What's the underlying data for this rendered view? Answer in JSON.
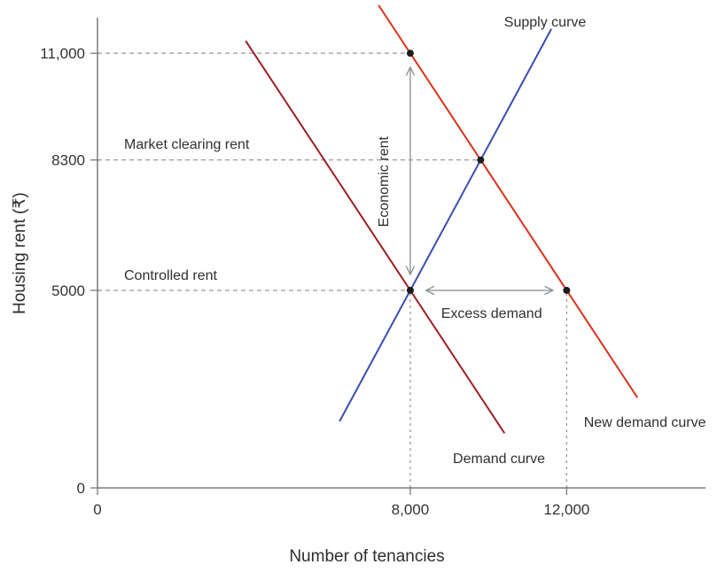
{
  "chart_data": {
    "type": "line",
    "title": "",
    "xlabel": "Number of tenancies",
    "ylabel": "Housing rent (₹)",
    "xlim": [
      0,
      15550
    ],
    "ylim": [
      0,
      11900
    ],
    "grid": false,
    "legend": "inline-labels",
    "x_ticks": [
      {
        "value": 0,
        "label": "0"
      },
      {
        "value": 8000,
        "label": "8,000"
      },
      {
        "value": 12000,
        "label": "12,000"
      }
    ],
    "y_ticks": [
      {
        "value": 0,
        "label": "0"
      },
      {
        "value": 5000,
        "label": "5000"
      },
      {
        "value": 8300,
        "label": "8300"
      },
      {
        "value": 11000,
        "label": "11,000"
      }
    ],
    "series": [
      {
        "name": "Supply curve",
        "color": "#3a4db1",
        "x": [
          6200,
          11600
        ],
        "y": [
          1700,
          11600
        ]
      },
      {
        "name": "Demand curve",
        "color": "#9e1f24",
        "x": [
          3800,
          10400
        ],
        "y": [
          11300,
          1400
        ]
      },
      {
        "name": "New demand curve",
        "color": "#dc2f1b",
        "x": [
          7200,
          13800
        ],
        "y": [
          12200,
          2300
        ]
      }
    ],
    "points": [
      {
        "name": "new-demand-at-controlled-quantity",
        "x": 8000,
        "y": 11000
      },
      {
        "name": "market-clearing-point",
        "x": 9800,
        "y": 8300
      },
      {
        "name": "controlled-rent-point",
        "x": 8000,
        "y": 5000
      },
      {
        "name": "excess-demand-point",
        "x": 12000,
        "y": 5000
      }
    ],
    "guides": {
      "h": [
        {
          "y": 11000,
          "x0": 0,
          "x1": 8000
        },
        {
          "y": 8300,
          "x0": 0,
          "x1": 9800
        },
        {
          "y": 5000,
          "x0": 0,
          "x1": 8000
        }
      ],
      "v": [
        {
          "x": 8000,
          "y0": 0,
          "y1": 5000
        },
        {
          "x": 12000,
          "y0": 0,
          "y1": 5000
        }
      ]
    },
    "arrows": [
      {
        "name": "economic-rent-arrow",
        "x1": 8000,
        "y1": 5400,
        "x2": 8000,
        "y2": 10650
      },
      {
        "name": "excess-demand-arrow",
        "x1": 8400,
        "y1": 5000,
        "x2": 11650,
        "y2": 5000
      }
    ],
    "annotations": [
      {
        "text": "Supply curve",
        "x": 10400,
        "y": 11680,
        "anchor": "start"
      },
      {
        "text": "Market clearing rent",
        "x": 680,
        "y": 8580,
        "anchor": "start"
      },
      {
        "text": "Controlled rent",
        "x": 680,
        "y": 5270,
        "anchor": "start"
      },
      {
        "text": "Economic rent",
        "x": 7430,
        "y": 7750,
        "anchor": "middle",
        "rotate": -90
      },
      {
        "text": "Excess demand",
        "x": 10080,
        "y": 4300,
        "anchor": "middle"
      },
      {
        "text": "Demand curve",
        "x": 10270,
        "y": 630,
        "anchor": "middle"
      },
      {
        "text": "New demand curve",
        "x": 14000,
        "y": 1550,
        "anchor": "middle"
      }
    ],
    "colors": {
      "guide": "#9a9a9a",
      "axis": "#7b7b7b",
      "arrow": "#8f9497",
      "point": "#1c1c1c",
      "text": "#303030"
    }
  }
}
